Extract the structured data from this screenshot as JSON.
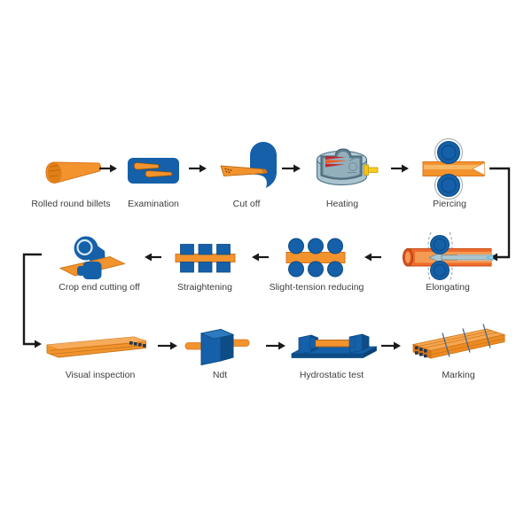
{
  "diagram": {
    "type": "process-flow",
    "colors": {
      "pipe_orange": "#F2932E",
      "hot_tube_orange": "#EE6A2C",
      "machine_blue": "#1560A8",
      "machine_blue_dark": "#0E4C86",
      "furnace_steel": "#A9C3CF",
      "flame_red": "#C1272D",
      "flame_orange": "#F15A24",
      "rod_yellow": "#F7CE1B",
      "arrow_black": "#1A1A1A",
      "label_gray": "#3E3E3E"
    },
    "rows": [
      {
        "direction": "left-to-right",
        "steps": [
          {
            "label": "Rolled round billets",
            "icon": "billet-icon"
          },
          {
            "label": "Examination",
            "icon": "examination-tray-icon"
          },
          {
            "label": "Cut off",
            "icon": "cutoff-blade-icon"
          },
          {
            "label": "Heating",
            "icon": "furnace-icon"
          },
          {
            "label": "Piercing",
            "icon": "piercing-rollers-icon"
          }
        ]
      },
      {
        "direction": "right-to-left",
        "steps": [
          {
            "label": "Elongating",
            "icon": "elongating-mandrel-icon"
          },
          {
            "label": "Slight-tension reducing",
            "icon": "tension-reducing-rolls-icon"
          },
          {
            "label": "Straightening",
            "icon": "straightening-rolls-icon"
          },
          {
            "label": "Crop end cutting off",
            "icon": "crop-end-cutter-icon"
          }
        ]
      },
      {
        "direction": "left-to-right",
        "steps": [
          {
            "label": "Visual inspection",
            "icon": "pipe-stack-icon"
          },
          {
            "label": "Ndt",
            "icon": "ndt-box-icon"
          },
          {
            "label": "Hydrostatic test",
            "icon": "hydrostatic-bench-icon"
          },
          {
            "label": "Marking",
            "icon": "pipe-bundle-icon"
          }
        ]
      }
    ]
  }
}
